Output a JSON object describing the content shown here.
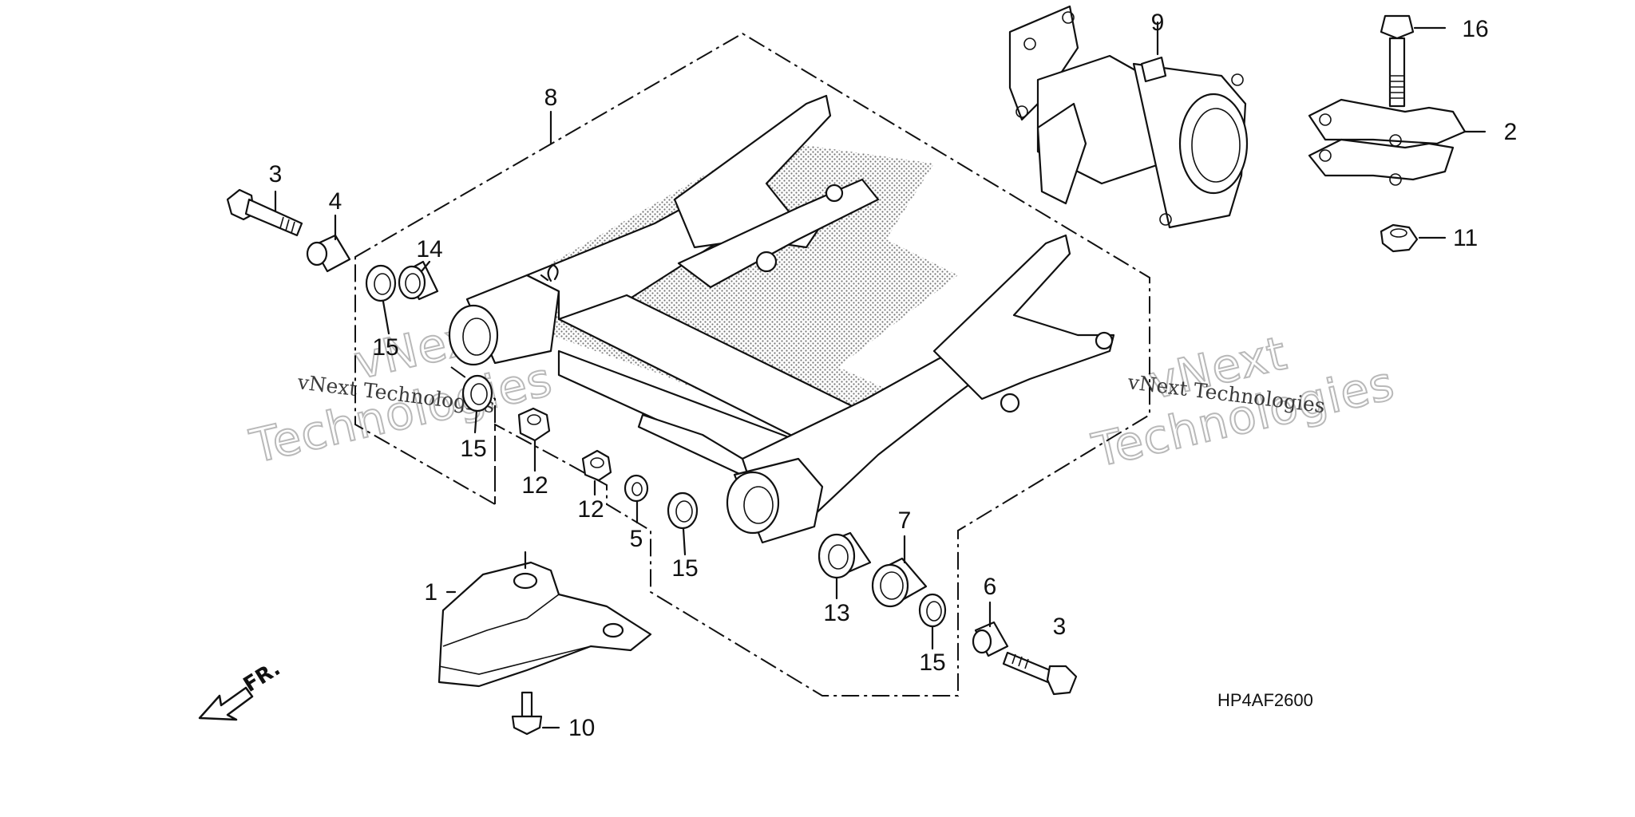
{
  "diagram_code": "HP4AF2600",
  "direction_label": "FR.",
  "watermark": {
    "small_text": "vNext Technologies",
    "big_line1": "vNext",
    "big_line2": "Technologies"
  },
  "callouts": {
    "c1": "1",
    "c2": "2",
    "c3a": "3",
    "c3b": "3",
    "c4": "4",
    "c5": "5",
    "c6": "6",
    "c7": "7",
    "c8": "8",
    "c9": "9",
    "c10": "10",
    "c11": "11",
    "c12a": "12",
    "c12b": "12",
    "c13": "13",
    "c14": "14",
    "c15a": "15",
    "c15b": "15",
    "c15c": "15",
    "c15d": "15",
    "c16": "16"
  },
  "colors": {
    "line": "#111111",
    "stipple": "#777777",
    "watermark": "#b9b9b9"
  }
}
